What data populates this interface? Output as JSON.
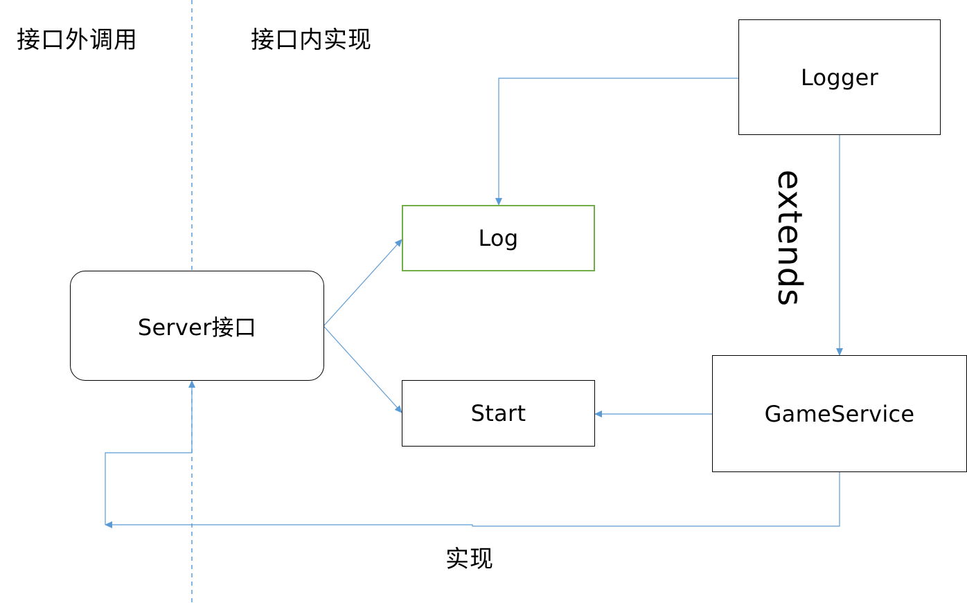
{
  "regions": {
    "outside_label": "接口外调用",
    "inside_label": "接口内实现"
  },
  "nodes": {
    "server": "Server接口",
    "log": "Log",
    "start": "Start",
    "logger": "Logger",
    "gameservice": "GameService"
  },
  "edges": {
    "extends_label": "extends",
    "implement_label": "实现"
  },
  "colors": {
    "connector": "#5b9bd5",
    "log_border": "#70ad47",
    "box_border": "#000000"
  }
}
